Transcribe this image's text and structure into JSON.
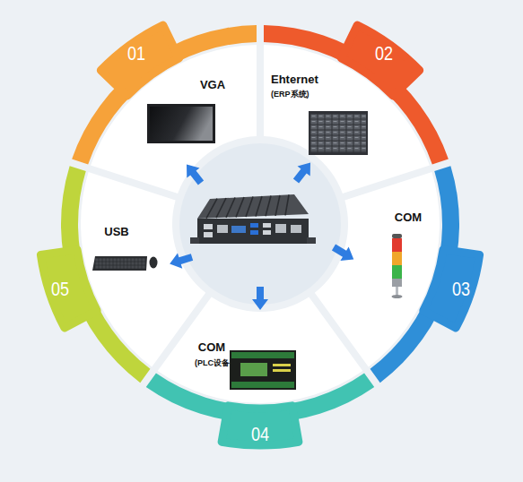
{
  "diagram": {
    "nodes": [
      {
        "text": [
          "VGA"
        ]
      },
      {
        "text": [
          "Ehternet",
          "(ERP系统)"
        ]
      },
      {
        "text": [
          "COM"
        ]
      },
      {
        "text": [
          "COM",
          "(PLC设备)"
        ]
      },
      {
        "text": [
          "USB"
        ]
      }
    ],
    "labels": [
      "01",
      "02",
      "03",
      "04",
      "05"
    ]
  }
}
